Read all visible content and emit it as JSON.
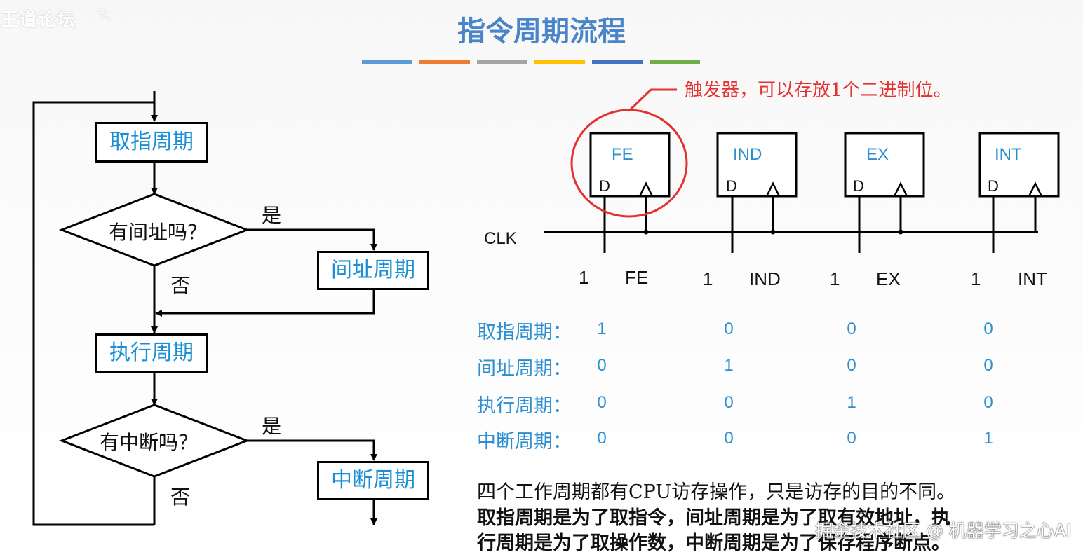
{
  "header": {
    "watermark": "王道论坛",
    "title": "指令周期流程",
    "bar_colors": [
      "#5b9bd5",
      "#ed7d31",
      "#a5a5a5",
      "#ffc000",
      "#4472c4",
      "#70ad47"
    ]
  },
  "flowchart": {
    "fetch_cycle": "取指周期",
    "decision_indirect": "有间址吗？",
    "yes_1": "是",
    "no_1": "否",
    "indirect_cycle": "间址周期",
    "execute_cycle": "执行周期",
    "decision_interrupt": "有中断吗？",
    "yes_2": "是",
    "no_2": "否",
    "interrupt_cycle": "中断周期"
  },
  "circuit": {
    "annotation": "触发器，可以存放1个二进制位。",
    "clk_label": "CLK",
    "d_label": "D",
    "flipflops": [
      {
        "name": "FE",
        "signal_prefix": "1",
        "signal_target": "FE"
      },
      {
        "name": "IND",
        "signal_prefix": "1",
        "signal_target": "IND"
      },
      {
        "name": "EX",
        "signal_prefix": "1",
        "signal_target": "EX"
      },
      {
        "name": "INT",
        "signal_prefix": "1",
        "signal_target": "INT"
      }
    ],
    "accent_color": "#2b8fd1",
    "highlight_color": "#e53030"
  },
  "state_table": {
    "rows": [
      {
        "label": "取指周期：",
        "values": [
          "1",
          "0",
          "0",
          "0"
        ]
      },
      {
        "label": "间址周期：",
        "values": [
          "0",
          "1",
          "0",
          "0"
        ]
      },
      {
        "label": "执行周期：",
        "values": [
          "0",
          "0",
          "1",
          "0"
        ]
      },
      {
        "label": "中断周期：",
        "values": [
          "0",
          "0",
          "0",
          "1"
        ]
      }
    ]
  },
  "notes": {
    "line1": "四个工作周期都有CPU访存操作，只是访存的目的不同。",
    "line2": "取指周期是为了取指令，间址周期是为了取有效地址，执",
    "line3": "行周期是为了取操作数，中断周期是为了保存程序断点。"
  },
  "footer": {
    "watermark": "掘金技术社区 @ 机器学习之心AI"
  }
}
